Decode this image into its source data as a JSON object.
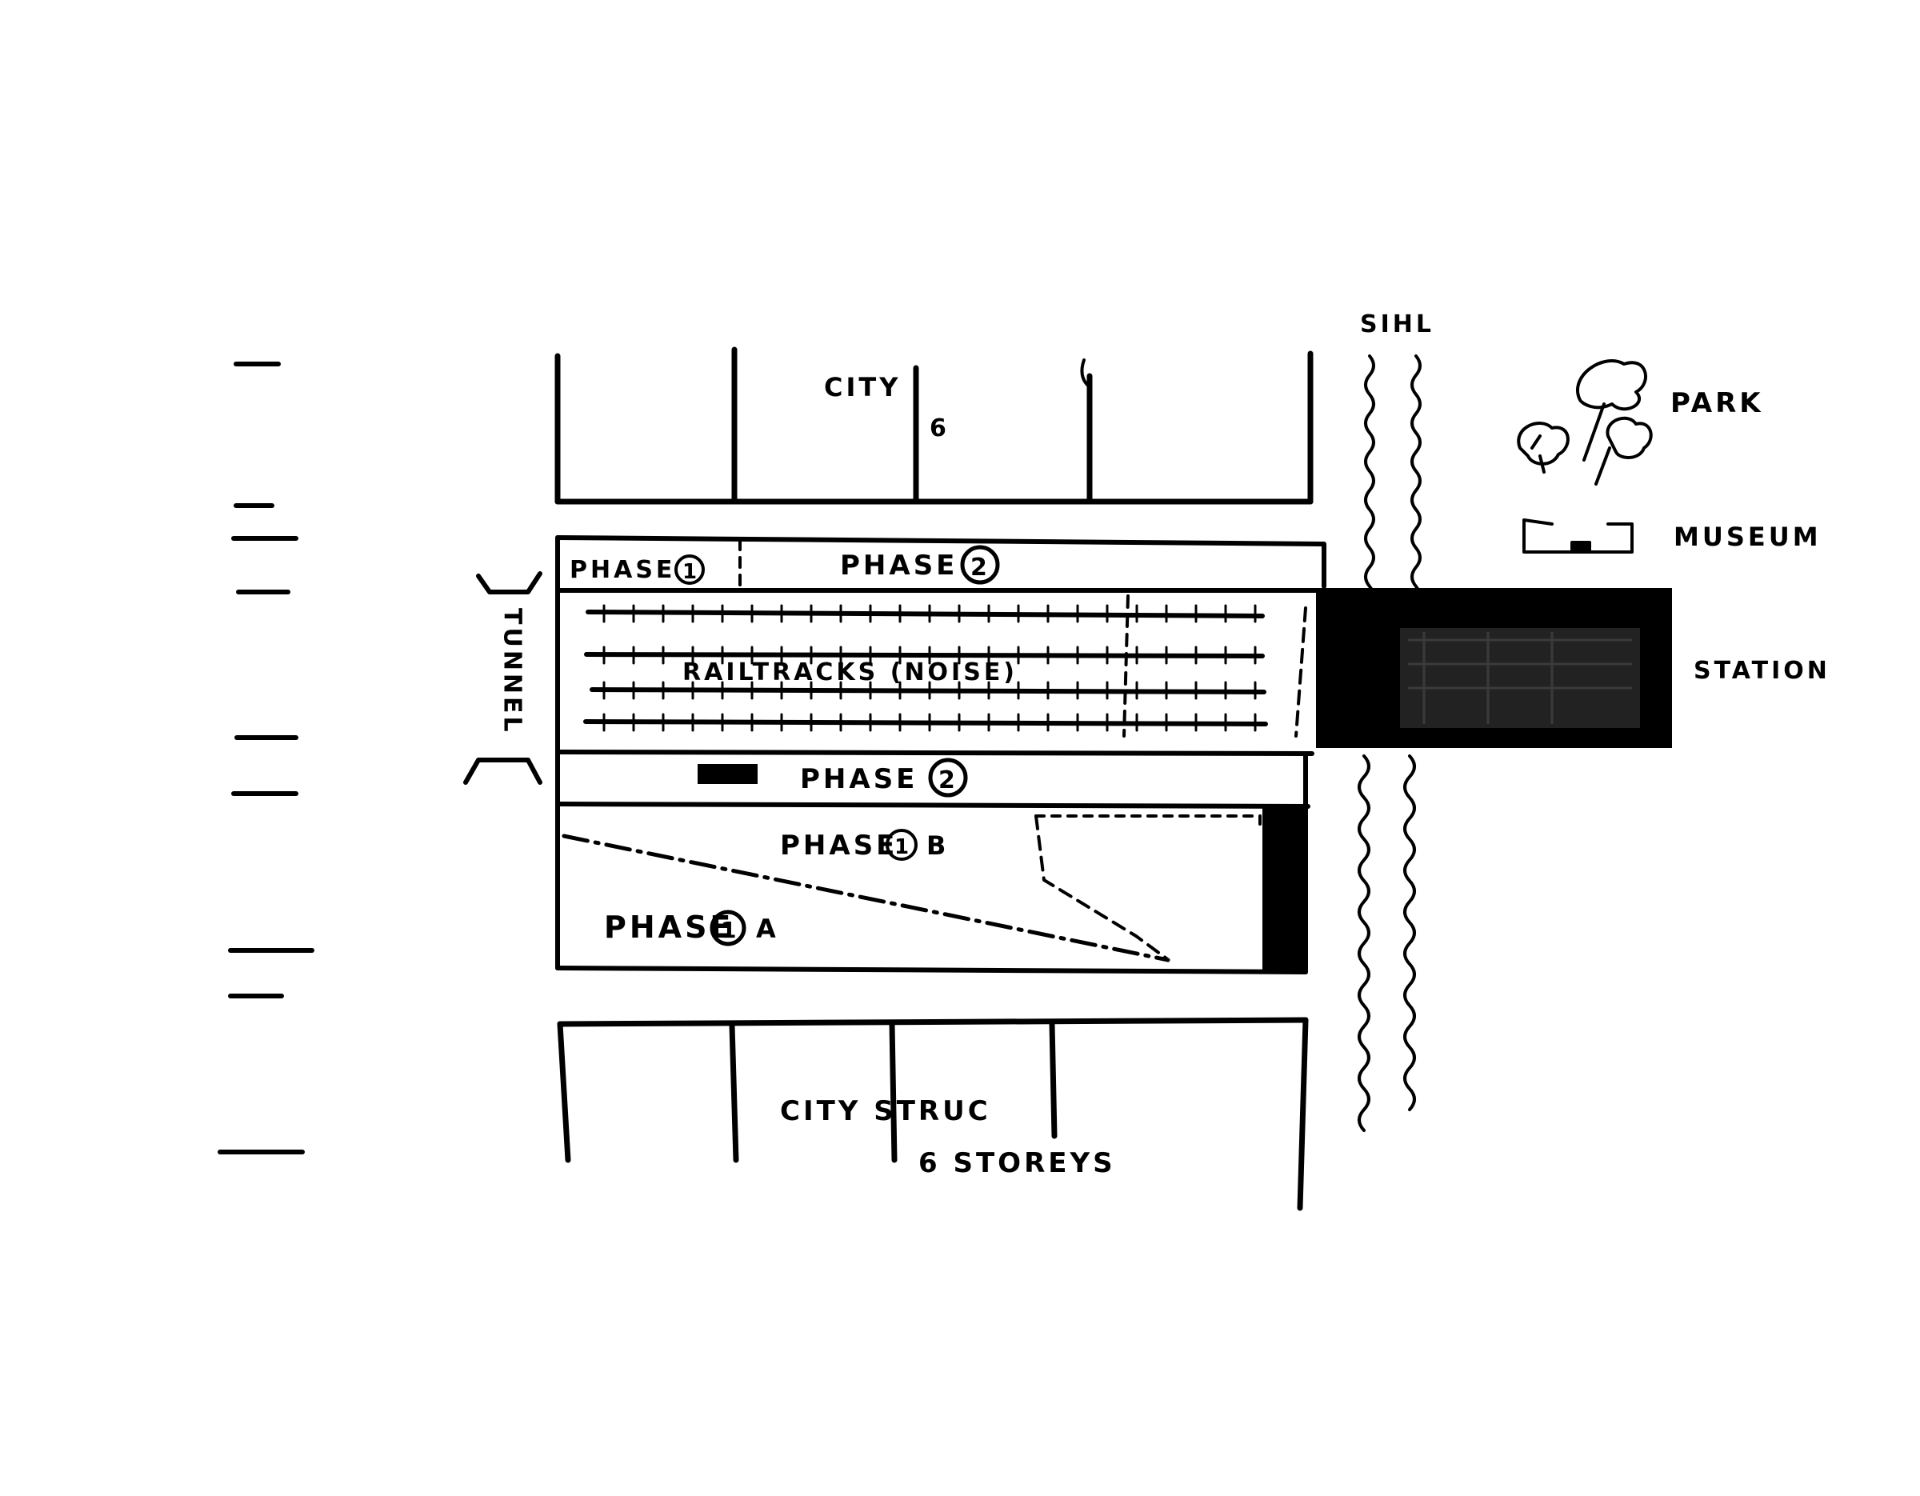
{
  "labels": {
    "city_top": "CITY",
    "city_top_storeys": "6",
    "sihl": "SIHL",
    "park": "PARK",
    "museum": "MUSEUM",
    "station": "STATION",
    "tunnel": "TUNNEL",
    "phase1_top": "PHASE",
    "phase1_top_num": "1",
    "phase2_top": "PHASE",
    "phase2_top_num": "2",
    "railtracks": "RAILTRACKS (NOISE)",
    "phase2_mid": "PHASE",
    "phase2_mid_num": "2",
    "phase1b": "PHASE",
    "phase1b_num": "1",
    "phase1b_letter": "B",
    "phase1a": "PHASE",
    "phase1a_num": "1",
    "phase1a_letter": "A",
    "city_bottom": "CITY STRUC",
    "city_bottom_storeys": "6 STOREYS"
  },
  "colors": {
    "ink": "#000000",
    "paper": "#ffffff"
  },
  "icons": [
    "tree-icon",
    "tree-icon",
    "tree-icon",
    "museum-building-icon"
  ]
}
